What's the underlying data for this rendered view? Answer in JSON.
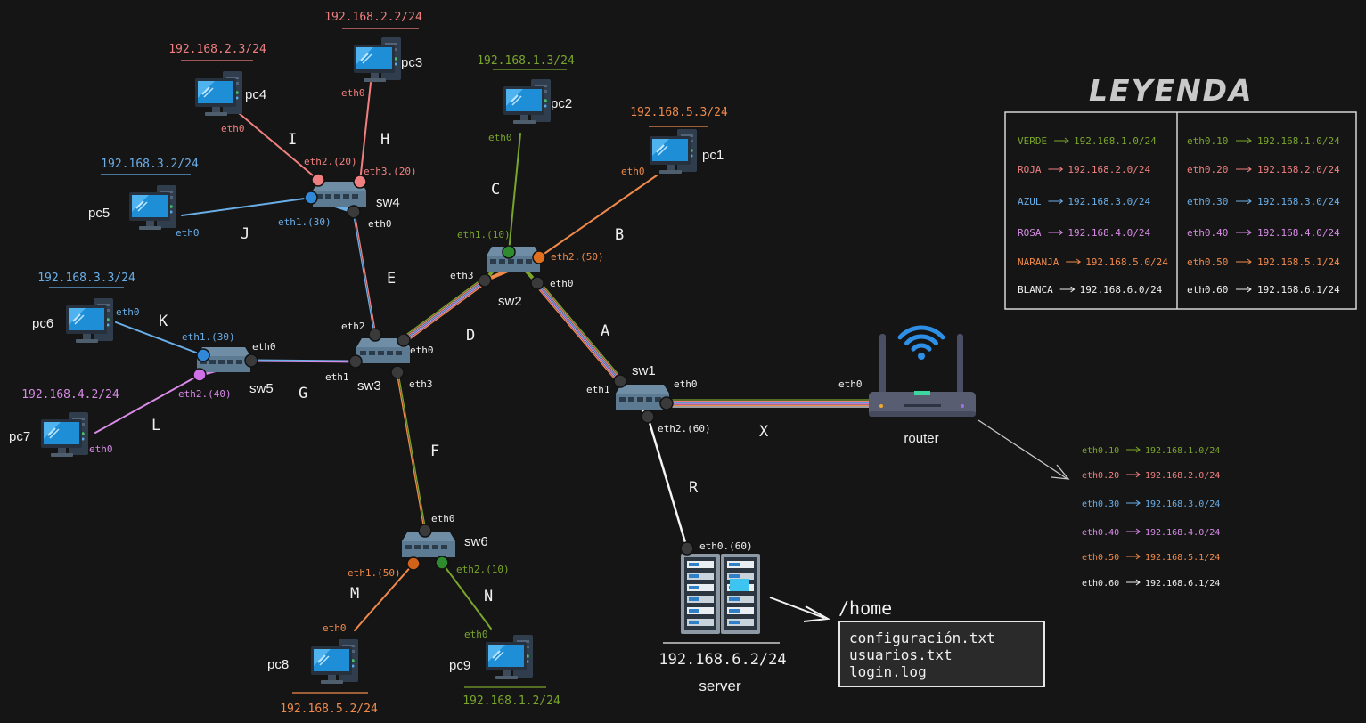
{
  "colors": {
    "green": "#7aa52c",
    "red": "#f08080",
    "blue": "#6aaee8",
    "pink": "#d88be6",
    "orange": "#f08a4b",
    "white": "#f0f0f0",
    "line_white": "#f5f5f5"
  },
  "icons": {
    "pc": "desktop-computer-icon",
    "switch": "network-switch-icon",
    "router": "wifi-router-icon",
    "server": "server-rack-icon"
  },
  "pcs": [
    {
      "id": "pc1",
      "label": "pc1",
      "ip": "192.168.5.3/24",
      "iface": "eth0",
      "color": "orange"
    },
    {
      "id": "pc2",
      "label": "pc2",
      "ip": "192.168.1.3/24",
      "iface": "eth0",
      "color": "green"
    },
    {
      "id": "pc3",
      "label": "pc3",
      "ip": "192.168.2.2/24",
      "iface": "eth0",
      "color": "red"
    },
    {
      "id": "pc4",
      "label": "pc4",
      "ip": "192.168.2.3/24",
      "iface": "eth0",
      "color": "red"
    },
    {
      "id": "pc5",
      "label": "pc5",
      "ip": "192.168.3.2/24",
      "iface": "eth0",
      "color": "blue"
    },
    {
      "id": "pc6",
      "label": "pc6",
      "ip": "192.168.3.3/24",
      "iface": "eth0",
      "color": "blue"
    },
    {
      "id": "pc7",
      "label": "pc7",
      "ip": "192.168.4.2/24",
      "iface": "eth0",
      "color": "pink"
    },
    {
      "id": "pc8",
      "label": "pc8",
      "ip": "192.168.5.2/24",
      "iface": "eth0",
      "color": "orange"
    },
    {
      "id": "pc9",
      "label": "pc9",
      "ip": "192.168.1.2/24",
      "iface": "eth0",
      "color": "green"
    }
  ],
  "switches": [
    {
      "id": "sw1",
      "label": "sw1"
    },
    {
      "id": "sw2",
      "label": "sw2"
    },
    {
      "id": "sw3",
      "label": "sw3"
    },
    {
      "id": "sw4",
      "label": "sw4"
    },
    {
      "id": "sw5",
      "label": "sw5"
    },
    {
      "id": "sw6",
      "label": "sw6"
    }
  ],
  "port_labels": [
    {
      "id": "sw1-eth1",
      "text": "eth1",
      "color": "white"
    },
    {
      "id": "sw1-eth0",
      "text": "eth0",
      "color": "white"
    },
    {
      "id": "sw1-eth2",
      "text": "eth2.(60)",
      "color": "white"
    },
    {
      "id": "sw2-eth1",
      "text": "eth1.(10)",
      "color": "green"
    },
    {
      "id": "sw2-eth2",
      "text": "eth2.(50)",
      "color": "orange"
    },
    {
      "id": "sw2-eth3",
      "text": "eth3",
      "color": "white"
    },
    {
      "id": "sw2-eth0",
      "text": "eth0",
      "color": "white"
    },
    {
      "id": "sw3-eth2",
      "text": "eth2",
      "color": "white"
    },
    {
      "id": "sw3-eth0",
      "text": "eth0",
      "color": "white"
    },
    {
      "id": "sw3-eth1",
      "text": "eth1",
      "color": "white"
    },
    {
      "id": "sw3-eth3",
      "text": "eth3",
      "color": "white"
    },
    {
      "id": "sw4-eth2",
      "text": "eth2.(20)",
      "color": "red"
    },
    {
      "id": "sw4-eth3",
      "text": "eth3.(20)",
      "color": "red"
    },
    {
      "id": "sw4-eth1",
      "text": "eth1.(30)",
      "color": "blue"
    },
    {
      "id": "sw4-eth0",
      "text": "eth0",
      "color": "white"
    },
    {
      "id": "sw5-eth1",
      "text": "eth1.(30)",
      "color": "blue"
    },
    {
      "id": "sw5-eth2",
      "text": "eth2.(40)",
      "color": "pink"
    },
    {
      "id": "sw5-eth0",
      "text": "eth0",
      "color": "white"
    },
    {
      "id": "sw6-eth0",
      "text": "eth0",
      "color": "white"
    },
    {
      "id": "sw6-eth1",
      "text": "eth1.(50)",
      "color": "orange"
    },
    {
      "id": "sw6-eth2",
      "text": "eth2.(10)",
      "color": "green"
    },
    {
      "id": "router-eth0",
      "text": "eth0",
      "color": "white"
    },
    {
      "id": "server-eth0",
      "text": "eth0.(60)",
      "color": "white"
    }
  ],
  "link_letters": [
    "A",
    "B",
    "C",
    "D",
    "E",
    "F",
    "G",
    "H",
    "I",
    "J",
    "K",
    "L",
    "M",
    "N",
    "R",
    "X"
  ],
  "router": {
    "label": "router"
  },
  "server": {
    "label": "server",
    "ip": "192.168.6.2/24"
  },
  "filesystem": {
    "path": "/home",
    "files": [
      "configuración.txt",
      "usuarios.txt",
      "login.log"
    ]
  },
  "legend": {
    "title": "LEYENDA",
    "rows": [
      {
        "name": "VERDE",
        "net": "192.168.1.0/24",
        "sub": "eth0.10",
        "sub_net": "192.168.1.0/24",
        "color": "green"
      },
      {
        "name": "ROJA",
        "net": "192.168.2.0/24",
        "sub": "eth0.20",
        "sub_net": "192.168.2.0/24",
        "color": "red"
      },
      {
        "name": "AZUL",
        "net": "192.168.3.0/24",
        "sub": "eth0.30",
        "sub_net": "192.168.3.0/24",
        "color": "blue"
      },
      {
        "name": "ROSA",
        "net": "192.168.4.0/24",
        "sub": "eth0.40",
        "sub_net": "192.168.4.0/24",
        "color": "pink"
      },
      {
        "name": "NARANJA",
        "net": "192.168.5.0/24",
        "sub": "eth0.50",
        "sub_net": "192.168.5.1/24",
        "color": "orange"
      },
      {
        "name": "BLANCA",
        "net": "192.168.6.0/24",
        "sub": "eth0.60",
        "sub_net": "192.168.6.1/24",
        "color": "white"
      }
    ]
  },
  "router_table": [
    {
      "sub": "eth0.10",
      "net": "192.168.1.0/24",
      "color": "green"
    },
    {
      "sub": "eth0.20",
      "net": "192.168.2.0/24",
      "color": "red"
    },
    {
      "sub": "eth0.30",
      "net": "192.168.3.0/24",
      "color": "blue"
    },
    {
      "sub": "eth0.40",
      "net": "192.168.4.0/24",
      "color": "pink"
    },
    {
      "sub": "eth0.50",
      "net": "192.168.5.1/24",
      "color": "orange"
    },
    {
      "sub": "eth0.60",
      "net": "192.168.6.1/24",
      "color": "white"
    }
  ]
}
